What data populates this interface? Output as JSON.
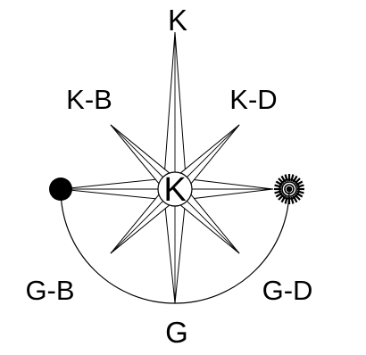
{
  "diagram": {
    "labels": {
      "top": "K",
      "top_left": "K-B",
      "top_right": "K-D",
      "bottom_left": "G-B",
      "bottom_right": "G-D",
      "bottom": "G",
      "center": "K"
    },
    "left_marker": "filled-circle",
    "right_marker": "sun-burst-circle",
    "colors": {
      "ink": "#000000",
      "background": "#ffffff"
    }
  }
}
